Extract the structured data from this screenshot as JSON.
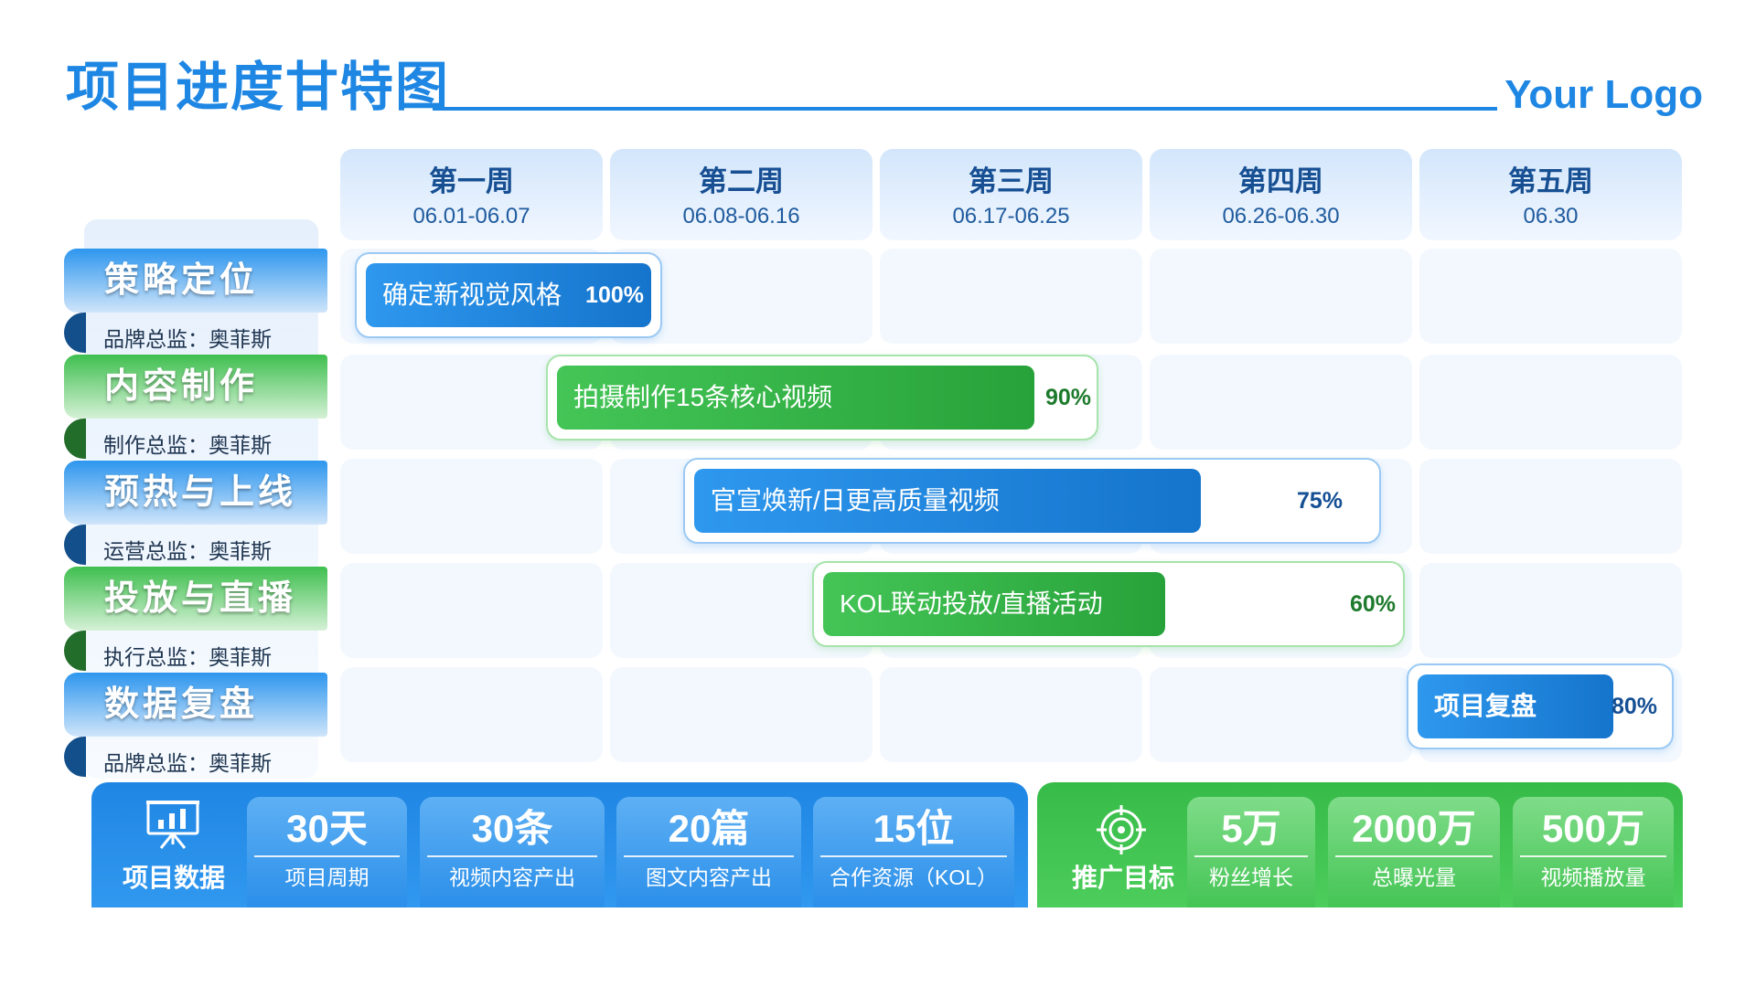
{
  "header": {
    "title": "项目进度甘特图",
    "logo": "Your Logo"
  },
  "colors": {
    "primary_blue": "#1E86E3",
    "primary_green": "#3CB94B",
    "dark_blue_text": "#154F94",
    "dark_green_text": "#1D7A2C"
  },
  "weeks": [
    {
      "name": "第一周",
      "dates": "06.01-06.07"
    },
    {
      "name": "第二周",
      "dates": "06.08-06.16"
    },
    {
      "name": "第三周",
      "dates": "06.17-06.25"
    },
    {
      "name": "第四周",
      "dates": "06.26-06.30"
    },
    {
      "name": "第五周",
      "dates": "06.30"
    }
  ],
  "phases": [
    {
      "title": "策略定位",
      "owner": "品牌总监：奥菲斯",
      "theme": "blue"
    },
    {
      "title": "内容制作",
      "owner": "制作总监：奥菲斯",
      "theme": "green"
    },
    {
      "title": "预热与上线",
      "owner": "运营总监：奥菲斯",
      "theme": "blue"
    },
    {
      "title": "投放与直播",
      "owner": "执行总监：奥菲斯",
      "theme": "green"
    },
    {
      "title": "数据复盘",
      "owner": "品牌总监：奥菲斯",
      "theme": "blue"
    }
  ],
  "tasks": [
    {
      "label": "确定新视觉风格",
      "progress_text": "100%",
      "progress": 100,
      "theme": "blue"
    },
    {
      "label": "拍摄制作15条核心视频",
      "progress_text": "90%",
      "progress": 90,
      "theme": "green"
    },
    {
      "label": "官宣焕新/日更高质量视频",
      "progress_text": "75%",
      "progress": 75,
      "theme": "blue"
    },
    {
      "label": "KOL联动投放/直播活动",
      "progress_text": "60%",
      "progress": 60,
      "theme": "green"
    },
    {
      "label": "项目复盘",
      "progress_text": "80%",
      "progress": 80,
      "theme": "blue"
    }
  ],
  "project_stats": {
    "title": "项目数据",
    "icon": "presentation-board-icon",
    "items": [
      {
        "value": "30天",
        "label": "项目周期"
      },
      {
        "value": "30条",
        "label": "视频内容产出"
      },
      {
        "value": "20篇",
        "label": "图文内容产出"
      },
      {
        "value": "15位",
        "label": "合作资源（KOL）"
      }
    ]
  },
  "promo_stats": {
    "title": "推广目标",
    "icon": "target-icon",
    "items": [
      {
        "value": "5万",
        "label": "粉丝增长"
      },
      {
        "value": "2000万",
        "label": "总曝光量"
      },
      {
        "value": "500万",
        "label": "视频播放量"
      }
    ]
  }
}
